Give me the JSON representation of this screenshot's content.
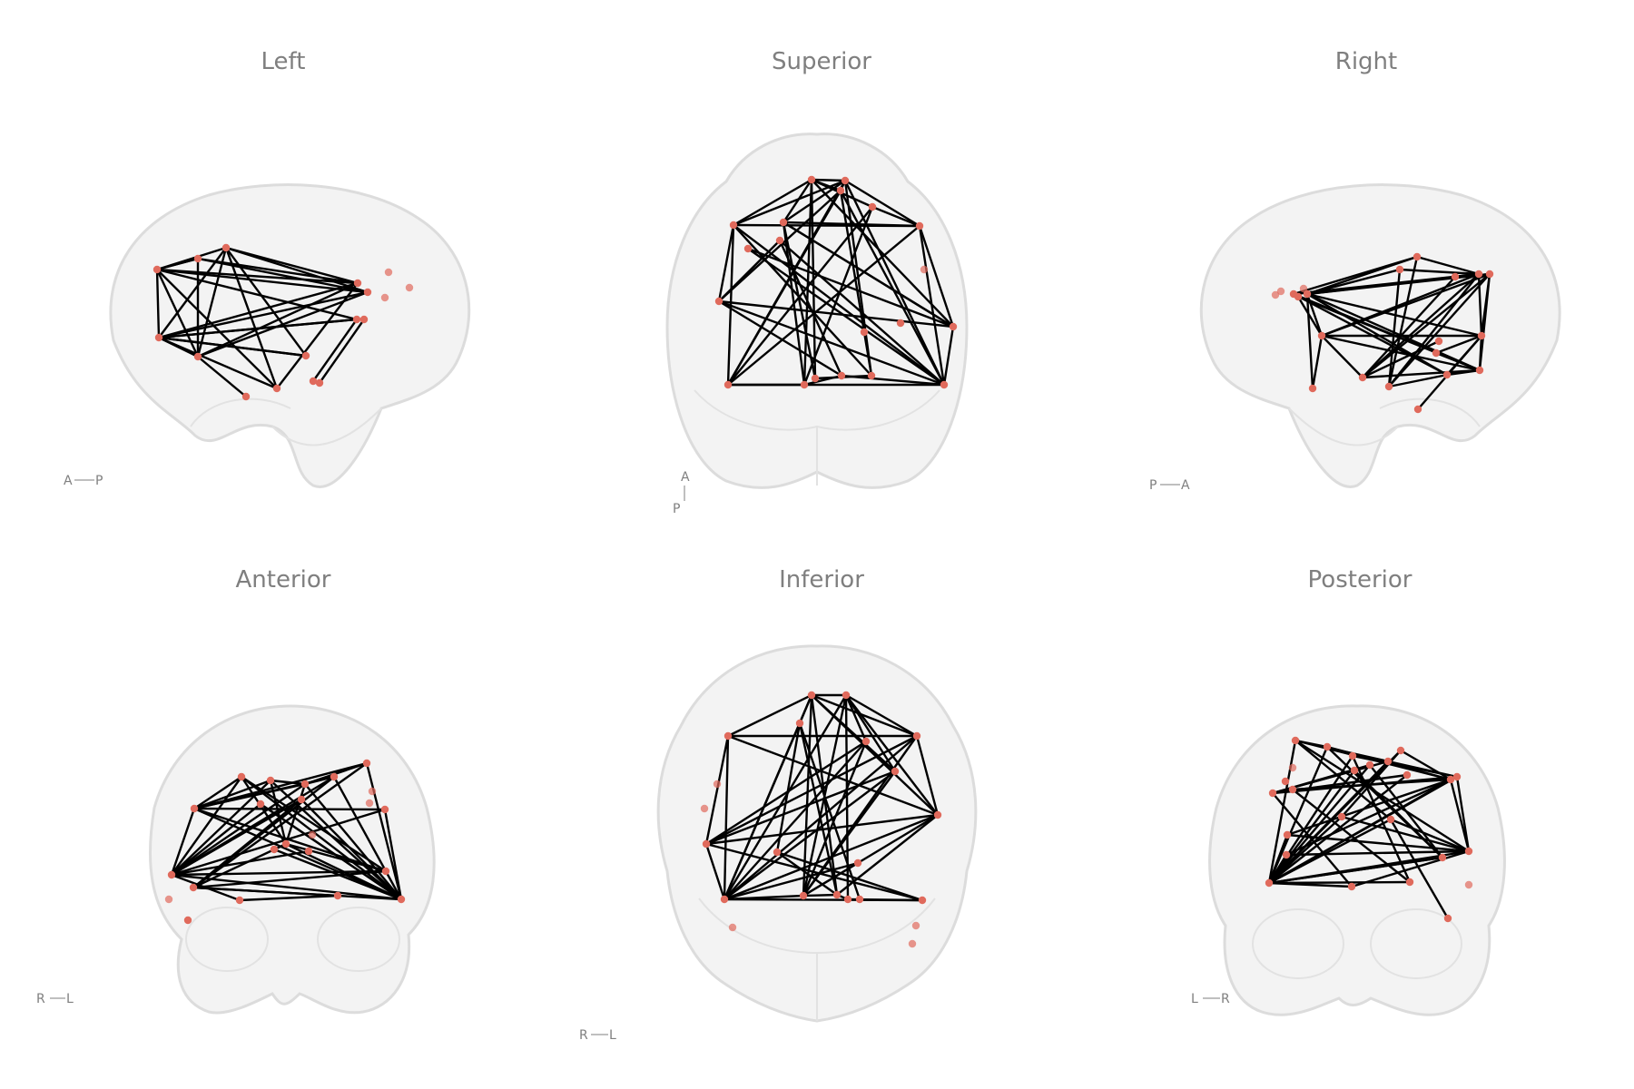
{
  "colors": {
    "node": "#e06a5c",
    "edge": "#000000",
    "brain": "#e6e6e6",
    "title": "#7f7f7f"
  },
  "panels": [
    {
      "title": "Left",
      "view": "left",
      "orientation": {
        "a": "A",
        "b": "P"
      }
    },
    {
      "title": "Superior",
      "view": "superior",
      "orientation": {
        "top": "A",
        "bottom": "P"
      }
    },
    {
      "title": "Right",
      "view": "right",
      "orientation": {
        "a": "P",
        "b": "A"
      }
    },
    {
      "title": "Anterior",
      "view": "anterior",
      "orientation": {
        "a": "R",
        "b": "L"
      }
    },
    {
      "title": "Inferior",
      "view": "inferior",
      "orientation": {
        "a": "R",
        "b": "L"
      }
    },
    {
      "title": "Posterior",
      "view": "posterior",
      "orientation": {
        "a": "L",
        "b": "R"
      }
    }
  ]
}
